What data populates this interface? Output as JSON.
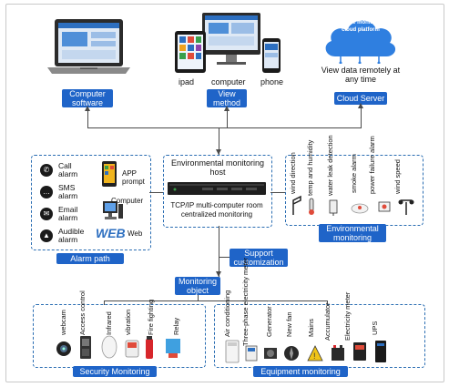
{
  "top": {
    "device_labels": {
      "ipad": "ipad",
      "computer": "computer",
      "phone": "phone"
    },
    "cloud_text": "Remote monitoring cloud platform",
    "view_remote": "View data remotely at any time",
    "computer_software": "Computer software",
    "view_method": "View method",
    "cloud_server": "Cloud Server"
  },
  "alarm": {
    "items": [
      {
        "label": "Call alarm",
        "icon": "phone-icon"
      },
      {
        "label": "SMS alarm",
        "icon": "chat-icon"
      },
      {
        "label": "Email alarm",
        "icon": "mail-icon"
      },
      {
        "label": "Audible alarm",
        "icon": "horn-icon"
      }
    ],
    "side_labels": {
      "app": "APP prompt",
      "computer": "Computer",
      "web": "Web"
    },
    "title": "Alarm path"
  },
  "host": {
    "title": "Environmental monitoring host",
    "desc": "TCP/IP multi-computer room centralized monitoring"
  },
  "support": "Support customization",
  "environmental": {
    "items": [
      "wind direction",
      "temp and humidity",
      "water leak detection",
      "smoke alarm",
      "power failure alarm",
      "wind speed"
    ],
    "title": "Environmental monitoring"
  },
  "monitoring_object": "Monitoring object",
  "security": {
    "items": [
      "webcam",
      "Access control",
      "Infrared",
      "vibration",
      "Fire fighting",
      "Relay"
    ],
    "title": "Security Monitoring"
  },
  "equipment": {
    "items": [
      "Air conditioning",
      "Three-phase electricity meter",
      "Generator",
      "New fan",
      "Mains",
      "Accumulator",
      "Electricity meter",
      "UPS"
    ],
    "title": "Equipment monitoring"
  },
  "colors": {
    "accent": "#1f64c8",
    "dashed": "#2a6db2"
  }
}
